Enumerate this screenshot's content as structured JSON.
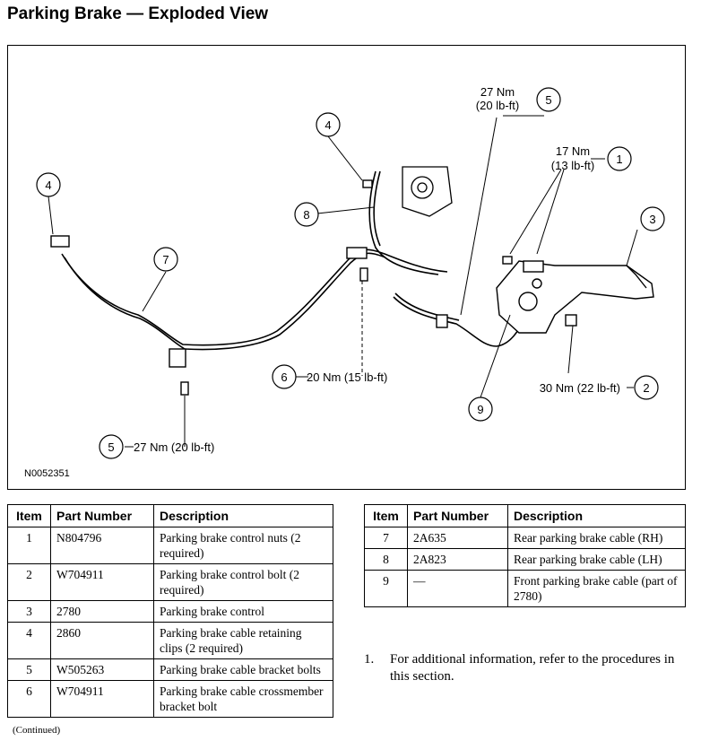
{
  "page": {
    "title": "Parking Brake — Exploded View",
    "continued": "(Continued)"
  },
  "diagram": {
    "figure_id": "N0052351",
    "callouts": [
      {
        "num": "1",
        "label": "17 Nm\n(13 lb-ft)"
      },
      {
        "num": "2",
        "label": "30 Nm (22 lb-ft)"
      },
      {
        "num": "3",
        "label": ""
      },
      {
        "num": "4",
        "label": ""
      },
      {
        "num": "4",
        "label": ""
      },
      {
        "num": "5",
        "label": "27 Nm\n(20 lb-ft)"
      },
      {
        "num": "5",
        "label": "27 Nm (20 lb-ft)"
      },
      {
        "num": "6",
        "label": "20 Nm (15 lb-ft)"
      },
      {
        "num": "7",
        "label": ""
      },
      {
        "num": "8",
        "label": ""
      },
      {
        "num": "9",
        "label": ""
      }
    ]
  },
  "table_headers": {
    "item": "Item",
    "part_number": "Part Number",
    "description": "Description"
  },
  "parts_left": [
    {
      "item": "1",
      "part": "N804796",
      "desc": "Parking brake control nuts (2 required)"
    },
    {
      "item": "2",
      "part": "W704911",
      "desc": "Parking brake control bolt (2 required)"
    },
    {
      "item": "3",
      "part": "2780",
      "desc": "Parking brake control"
    },
    {
      "item": "4",
      "part": "2860",
      "desc": "Parking brake cable retaining clips (2 required)"
    },
    {
      "item": "5",
      "part": "W505263",
      "desc": "Parking brake cable bracket bolts"
    },
    {
      "item": "6",
      "part": "W704911",
      "desc": "Parking brake cable crossmember bracket bolt"
    }
  ],
  "parts_right": [
    {
      "item": "7",
      "part": "2A635",
      "desc": "Rear parking brake cable (RH)"
    },
    {
      "item": "8",
      "part": "2A823",
      "desc": "Rear parking brake cable (LH)"
    },
    {
      "item": "9",
      "part": "—",
      "desc": "Front parking brake cable (part of 2780)"
    }
  ],
  "notes": [
    {
      "num": "1.",
      "text": "For additional information, refer to the procedures in this section."
    }
  ]
}
